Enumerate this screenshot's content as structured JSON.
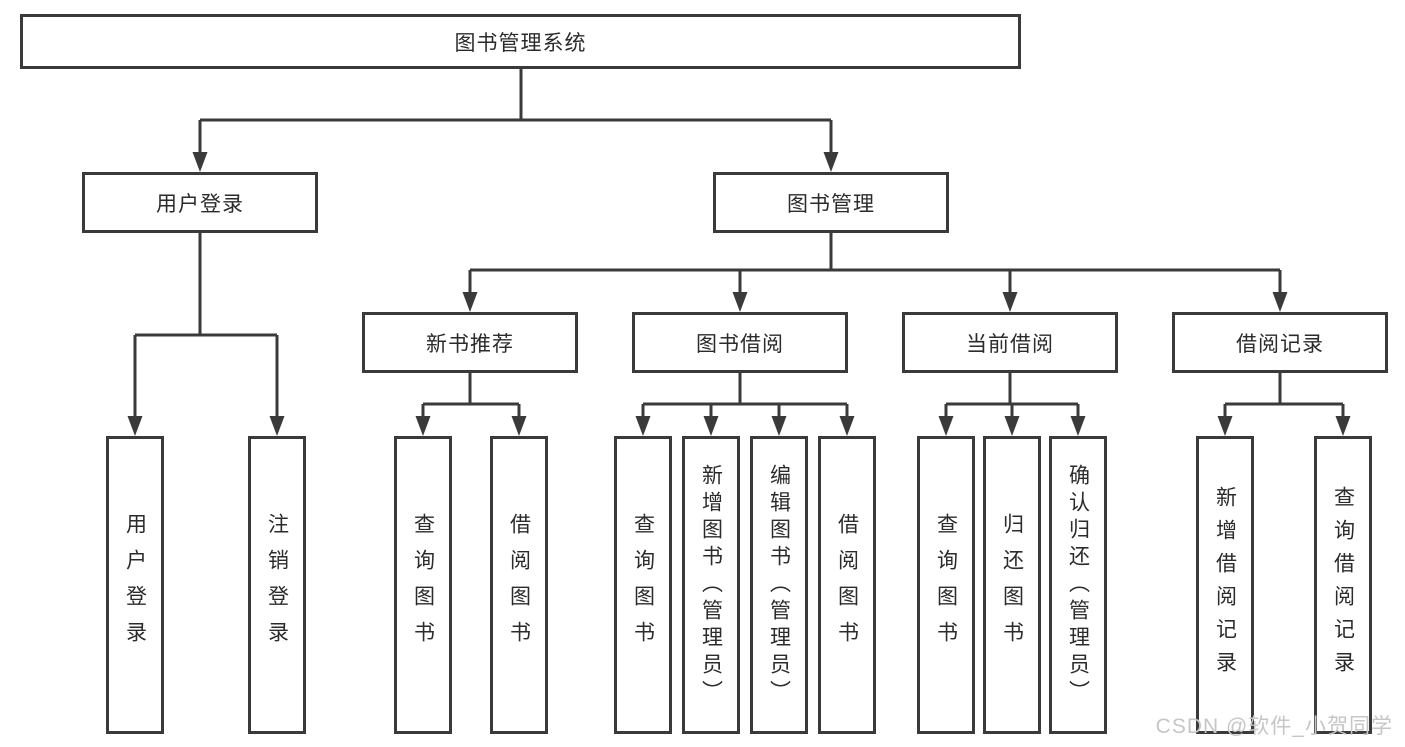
{
  "diagram_title": "图书管理系统",
  "tree": {
    "label": "图书管理系统",
    "children": [
      {
        "label": "用户登录",
        "children": [
          {
            "label": "用户登录"
          },
          {
            "label": "注销登录"
          }
        ]
      },
      {
        "label": "图书管理",
        "children": [
          {
            "label": "新书推荐",
            "children": [
              {
                "label": "查询图书"
              },
              {
                "label": "借阅图书"
              }
            ]
          },
          {
            "label": "图书借阅",
            "children": [
              {
                "label": "查询图书"
              },
              {
                "label": "新增图书（管理员）"
              },
              {
                "label": "编辑图书（管理员）"
              },
              {
                "label": "借阅图书"
              }
            ]
          },
          {
            "label": "当前借阅",
            "children": [
              {
                "label": "查询图书"
              },
              {
                "label": "归还图书"
              },
              {
                "label": "确认归还（管理员）"
              }
            ]
          },
          {
            "label": "借阅记录",
            "children": [
              {
                "label": "新增借阅记录"
              },
              {
                "label": "查询借阅记录"
              }
            ]
          }
        ]
      }
    ]
  },
  "watermark": {
    "text": "CSDN @软件_小贺同学"
  },
  "colors": {
    "line": "#3a3a3a",
    "box_border": "#3a3a3a",
    "box_fill": "#ffffff",
    "text": "#2b2b2b",
    "watermark": "#c6c6c6",
    "background": "#ffffff"
  }
}
